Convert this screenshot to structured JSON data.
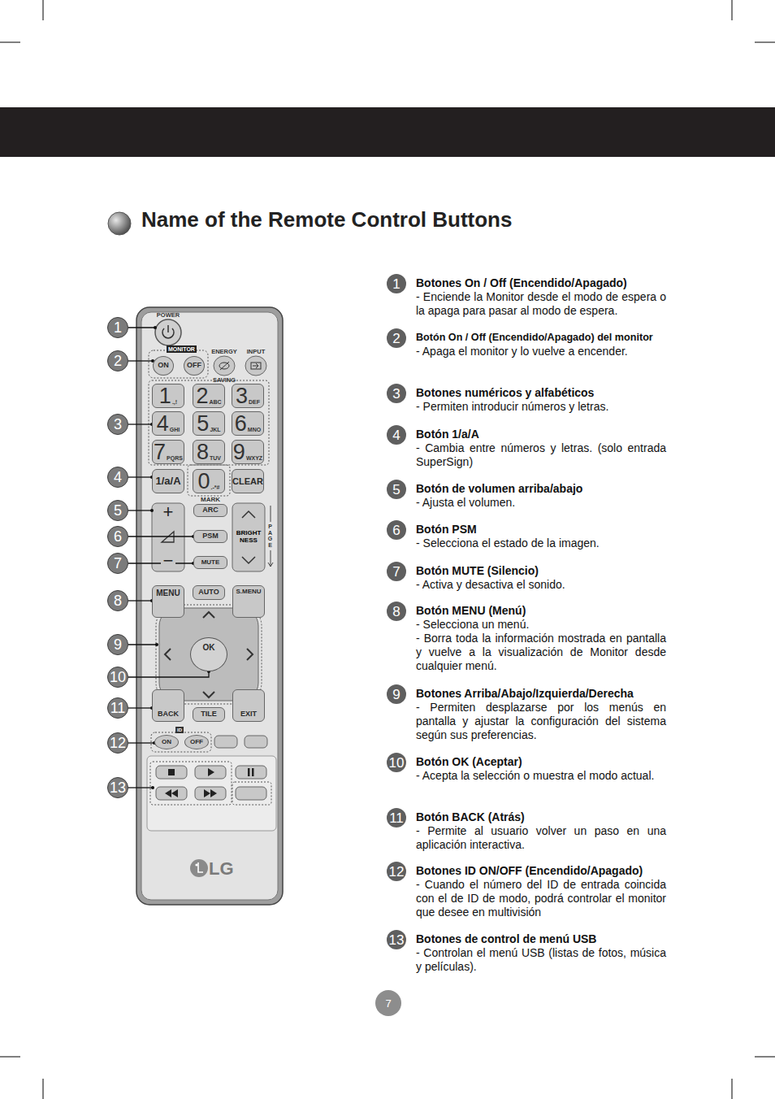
{
  "diagram": {
    "title": "Name of the Remote Control Buttons",
    "nodes": [
      {
        "text": [
          "LG"
        ]
      },
      {
        "text": [
          "POWER"
        ],
        "in": 0
      },
      {
        "text": [
          "ON"
        ],
        "in": 0
      },
      {
        "text": [
          "OFF"
        ],
        "in": 0
      },
      {
        "text": [
          "ENERGY",
          "SAVING"
        ],
        "in": 0
      },
      {
        "text": [
          "INPUT"
        ],
        "in": 0
      },
      {
        "text": [
          "1",
          ".,!"
        ],
        "in": 0
      },
      {
        "text": [
          "2",
          "ABC"
        ],
        "in": 0
      },
      {
        "text": [
          "3",
          "DEF"
        ],
        "in": 0
      },
      {
        "text": [
          "4",
          "GHI"
        ],
        "in": 0
      },
      {
        "text": [
          "5",
          "JKL"
        ],
        "in": 0
      },
      {
        "text": [
          "6",
          "MNO"
        ],
        "in": 0
      },
      {
        "text": [
          "7",
          "PQRS"
        ],
        "in": 0
      },
      {
        "text": [
          "8",
          "TUV"
        ],
        "in": 0
      },
      {
        "text": [
          "9",
          "WXYZ"
        ],
        "in": 0
      },
      {
        "text": [
          "1/a/A"
        ],
        "in": 0
      },
      {
        "text": [
          "0",
          ".-*#"
        ],
        "in": 0
      },
      {
        "text": [
          "CLEAR"
        ],
        "in": 0
      },
      {
        "text": [
          "+",
          "−"
        ],
        "in": 0
      },
      {
        "text": [
          "ARC"
        ],
        "in": 0
      },
      {
        "text": [
          "PSM"
        ],
        "in": 0
      },
      {
        "text": [
          "MUTE"
        ],
        "in": 0
      },
      {
        "text": [
          "BRIGHT NESS"
        ],
        "in": 0
      },
      {
        "text": [
          "MENU"
        ],
        "in": 0
      },
      {
        "text": [
          "AUTO"
        ],
        "in": 0
      },
      {
        "text": [
          "S.MENU"
        ],
        "in": 0
      },
      {
        "text": [
          "OK"
        ],
        "in": 0
      },
      {
        "text": [
          "BACK"
        ],
        "in": 0
      },
      {
        "text": [
          "TILE"
        ],
        "in": 0
      },
      {
        "text": [
          "EXIT"
        ],
        "in": 0
      },
      {
        "text": [
          "ON"
        ],
        "in": 0
      },
      {
        "text": [
          "OFF"
        ],
        "in": 0
      },
      {
        "text": [
          "1"
        ]
      },
      {
        "text": [
          "2"
        ]
      },
      {
        "text": [
          "3"
        ]
      },
      {
        "text": [
          "4"
        ]
      },
      {
        "text": [
          "5"
        ]
      },
      {
        "text": [
          "6"
        ]
      },
      {
        "text": [
          "7"
        ]
      },
      {
        "text": [
          "8"
        ]
      },
      {
        "text": [
          "9"
        ]
      },
      {
        "text": [
          "10"
        ]
      },
      {
        "text": [
          "11"
        ]
      },
      {
        "text": [
          "12"
        ]
      },
      {
        "text": [
          "13"
        ]
      },
      {
        "text": [
          "1"
        ]
      },
      {
        "text": [
          "2"
        ]
      },
      {
        "text": [
          "3"
        ]
      },
      {
        "text": [
          "4"
        ]
      },
      {
        "text": [
          "5"
        ]
      },
      {
        "text": [
          "6"
        ]
      },
      {
        "text": [
          "7"
        ]
      },
      {
        "text": [
          "8"
        ]
      },
      {
        "text": [
          "9"
        ]
      },
      {
        "text": [
          "10"
        ]
      },
      {
        "text": [
          "11"
        ]
      },
      {
        "text": [
          "12"
        ]
      },
      {
        "text": [
          "13"
        ]
      },
      {
        "text": [
          "7"
        ]
      }
    ],
    "edges": [
      {
        "from": 32,
        "to": 1,
        "arrow": "none"
      },
      {
        "from": 33,
        "to": 2,
        "arrow": "none"
      },
      {
        "from": 34,
        "to": 9,
        "arrow": "none"
      },
      {
        "from": 35,
        "to": 15,
        "arrow": "none"
      },
      {
        "from": 36,
        "to": 18,
        "arrow": "none"
      },
      {
        "from": 37,
        "to": 20,
        "arrow": "none"
      },
      {
        "from": 38,
        "to": 21,
        "arrow": "none"
      },
      {
        "from": 39,
        "to": 23,
        "arrow": "none"
      },
      {
        "from": 41,
        "to": 26,
        "arrow": "none"
      },
      {
        "from": 42,
        "to": 27,
        "arrow": "none"
      },
      {
        "from": 43,
        "to": 30,
        "arrow": "none"
      }
    ],
    "labels": [
      "MONITOR",
      "MARK",
      "PAGE",
      "ID",
      "Botones On / Off (Encendido/Apagado)",
      "- Enciende la Monitor desde el modo de espera o la apaga para pasar al modo de espera.",
      "Botón On / Off (Encendido/Apagado) del monitor",
      "- Apaga el monitor y lo vuelve a encender.",
      "Botones numéricos y alfabéticos",
      "- Permiten introducir números y letras.",
      "Botón 1/a/A",
      "- Cambia entre números y letras. (solo entrada SuperSign)",
      "Botón de volumen arriba/abajo",
      "- Ajusta el volumen.",
      "Botón PSM",
      "- Selecciona el estado de la imagen.",
      "Botón MUTE (Silencio)",
      "- Activa y desactiva el sonido.",
      "Botón MENU (Menú)",
      "- Selecciona un menú.",
      "- Borra toda la información mostrada en pantalla y vuelve a la visualización de Monitor desde cualquier menú.",
      "Botones Arriba/Abajo/Izquierda/Derecha",
      "- Permiten desplazarse por los menús en pantalla y ajustar la configuración del sistema según sus preferencias.",
      "Botón OK (Aceptar)",
      "- Acepta la selección o muestra el modo actual.",
      "Botón BACK (Atrás)",
      "- Permite al usuario volver un paso en una aplicación interactiva.",
      "Botones ID ON/OFF (Encendido/Apagado)",
      "- Cuando el número del ID de entrada coincida con el de ID de modo, podrá controlar el monitor que desee en multivisión",
      "Botones de control de menú USB",
      "- Controlan el menú USB (listas de fotos, música y películas)."
    ]
  }
}
